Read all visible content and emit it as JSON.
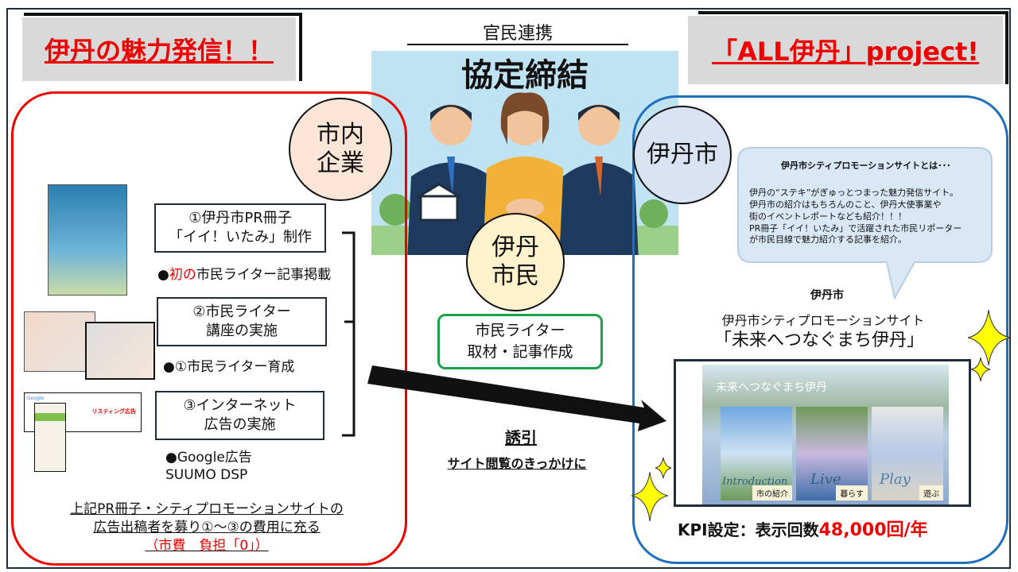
{
  "left_title": "伊丹の魅力発信！！",
  "right_title": "「ALL伊丹」project!",
  "center_header": "官民連携",
  "agreement_title": "協定締結",
  "circles": {
    "companies": "市内\n企業",
    "city": "伊丹市",
    "citizens": "伊丹\n市民"
  },
  "writer_box": "市民ライター\n取材・記事作成",
  "steps": [
    {
      "label": "①伊丹市PR冊子\n「イイ！いたみ」制作"
    },
    {
      "label": "②市民ライター\n講座の実施"
    },
    {
      "label": "③インターネット\n広告の実施"
    }
  ],
  "notes": {
    "note1_prefix": "●",
    "note1_highlight": "初の",
    "note1_rest": "市民ライター記事掲載",
    "note2": "●①市民ライター育成",
    "note3": "●Google広告\nSUUMO DSP"
  },
  "funding": {
    "line1": "上記PR冊子・シティプロモーションサイトの",
    "line2": "広告出稿者を募り①～③の費用に充る",
    "line3": "（市費　負担「0」）"
  },
  "arrow": {
    "title": "誘引",
    "subtitle": "サイト閲覧のきっかけに"
  },
  "bubble": {
    "title": "伊丹市シティプロモーションサイトとは･･･",
    "body": "伊丹の“ステキ”がぎゅっとつまった魅力発信サイト。\n伊丹市の紹介はもちろんのこと、伊丹大使事業や\n街のイベントレポートなども紹介！！！\nPR冊子「イイ！いたみ」で活躍された市民リポーター\nが市民目線で魅力紹介する記事を紹介。"
  },
  "site": {
    "owner": "伊丹市",
    "name": "伊丹市シティプロモーションサイト",
    "tagline": "「未来へつなぐまち伊丹」",
    "logo": "未来へつなぐまち伊丹",
    "cards": [
      {
        "en": "Introduction",
        "jp": "市の紹介"
      },
      {
        "en": "Live",
        "jp": "暮らす"
      },
      {
        "en": "Play",
        "jp": "遊ぶ"
      }
    ]
  },
  "kpi": {
    "label": "KPI設定：表示回数",
    "value": "48,000回/年"
  },
  "images": {
    "listing_ad": "リスティング広告",
    "google": "Google"
  },
  "colors": {
    "red": "#e00000",
    "blue": "#1f6fbf",
    "green": "#1aa34a"
  }
}
